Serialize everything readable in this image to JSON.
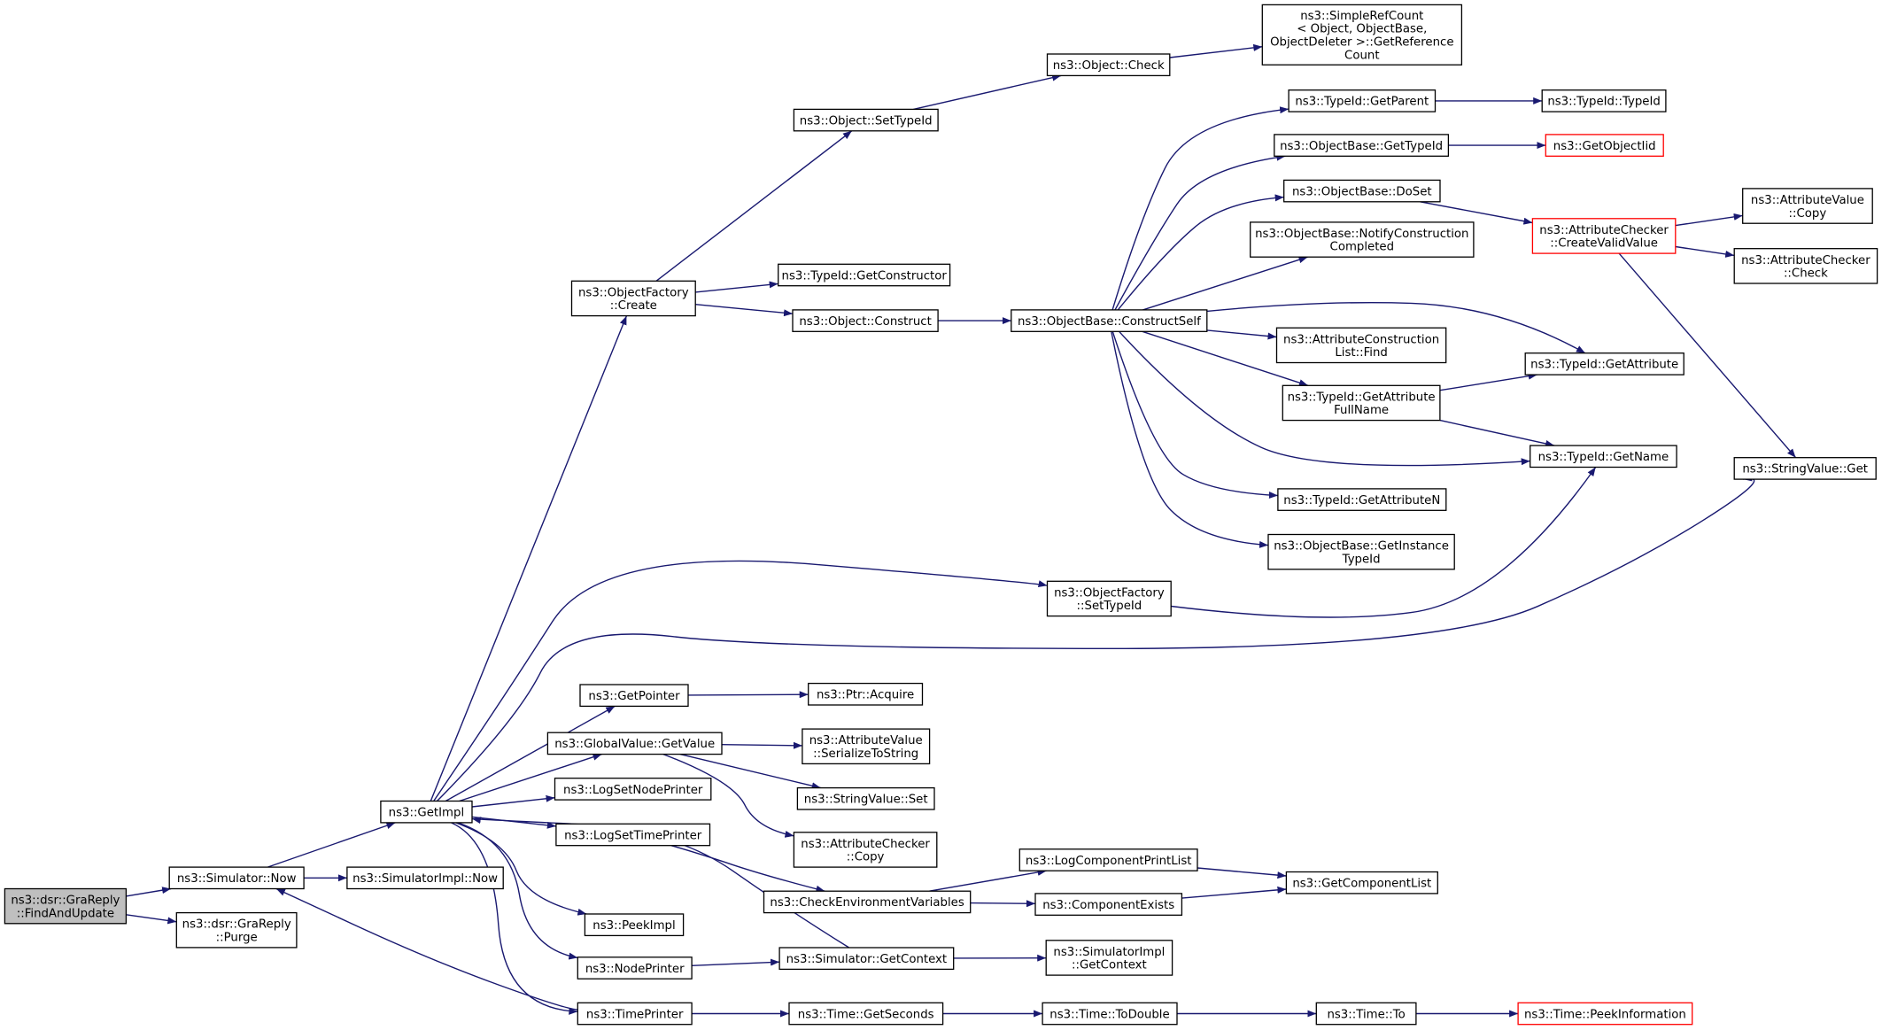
{
  "colors": {
    "edge": "#191970",
    "border": "#000000",
    "highlight_border": "#ff0000",
    "root_fill": "#bfbfbf",
    "node_fill": "#ffffff"
  },
  "nodes": [
    {
      "id": "root",
      "label": [
        "ns3::dsr::GraReply",
        "::FindAndUpdate"
      ],
      "style": "root"
    },
    {
      "id": "sim_now",
      "label": [
        "ns3::Simulator::Now"
      ],
      "style": "normal"
    },
    {
      "id": "purge",
      "label": [
        "ns3::dsr::GraReply",
        "::Purge"
      ],
      "style": "normal"
    },
    {
      "id": "getimpl",
      "label": [
        "ns3::GetImpl"
      ],
      "style": "normal"
    },
    {
      "id": "simimpl_now",
      "label": [
        "ns3::SimulatorImpl::Now"
      ],
      "style": "normal"
    },
    {
      "id": "objfactory_create",
      "label": [
        "ns3::ObjectFactory",
        "::Create"
      ],
      "style": "normal"
    },
    {
      "id": "obj_settypeid",
      "label": [
        "ns3::Object::SetTypeId"
      ],
      "style": "normal"
    },
    {
      "id": "obj_check",
      "label": [
        "ns3::Object::Check"
      ],
      "style": "normal"
    },
    {
      "id": "simplerefcount",
      "label": [
        "ns3::SimpleRefCount",
        "< Object, ObjectBase,",
        "ObjectDeleter >::GetReference",
        "Count"
      ],
      "style": "normal"
    },
    {
      "id": "typeid_getconstructor",
      "label": [
        "ns3::TypeId::GetConstructor"
      ],
      "style": "normal"
    },
    {
      "id": "obj_construct",
      "label": [
        "ns3::Object::Construct"
      ],
      "style": "normal"
    },
    {
      "id": "constructself",
      "label": [
        "ns3::ObjectBase::ConstructSelf"
      ],
      "style": "normal"
    },
    {
      "id": "typeid_getparent",
      "label": [
        "ns3::TypeId::GetParent"
      ],
      "style": "normal"
    },
    {
      "id": "typeid_typeid",
      "label": [
        "ns3::TypeId::TypeId"
      ],
      "style": "normal"
    },
    {
      "id": "objbase_gettypeid",
      "label": [
        "ns3::ObjectBase::GetTypeId"
      ],
      "style": "normal"
    },
    {
      "id": "getobjectiid",
      "label": [
        "ns3::GetObjectIid"
      ],
      "style": "highlight"
    },
    {
      "id": "objbase_doset",
      "label": [
        "ns3::ObjectBase::DoSet"
      ],
      "style": "normal"
    },
    {
      "id": "attrchecker_createvalid",
      "label": [
        "ns3::AttributeChecker",
        "::CreateValidValue"
      ],
      "style": "highlight"
    },
    {
      "id": "attrvalue_copy",
      "label": [
        "ns3::AttributeValue",
        "::Copy"
      ],
      "style": "normal"
    },
    {
      "id": "attrchecker_check",
      "label": [
        "ns3::AttributeChecker",
        "::Check"
      ],
      "style": "normal"
    },
    {
      "id": "notifyconstruction",
      "label": [
        "ns3::ObjectBase::NotifyConstruction",
        "Completed"
      ],
      "style": "normal"
    },
    {
      "id": "attrconstructionlist_find",
      "label": [
        "ns3::AttributeConstruction",
        "List::Find"
      ],
      "style": "normal"
    },
    {
      "id": "typeid_getattribute",
      "label": [
        "ns3::TypeId::GetAttribute"
      ],
      "style": "normal"
    },
    {
      "id": "typeid_getattributefullname",
      "label": [
        "ns3::TypeId::GetAttribute",
        "FullName"
      ],
      "style": "normal"
    },
    {
      "id": "typeid_getname",
      "label": [
        "ns3::TypeId::GetName"
      ],
      "style": "normal"
    },
    {
      "id": "stringvalue_get",
      "label": [
        "ns3::StringValue::Get"
      ],
      "style": "normal"
    },
    {
      "id": "typeid_getattributen",
      "label": [
        "ns3::TypeId::GetAttributeN"
      ],
      "style": "normal"
    },
    {
      "id": "objbase_getinstancetypeid",
      "label": [
        "ns3::ObjectBase::GetInstance",
        "TypeId"
      ],
      "style": "normal"
    },
    {
      "id": "objfactory_settypeid",
      "label": [
        "ns3::ObjectFactory",
        "::SetTypeId"
      ],
      "style": "normal"
    },
    {
      "id": "getpointer",
      "label": [
        "ns3::GetPointer"
      ],
      "style": "normal"
    },
    {
      "id": "ptr_acquire",
      "label": [
        "ns3::Ptr::Acquire"
      ],
      "style": "normal"
    },
    {
      "id": "globalvalue_getvalue",
      "label": [
        "ns3::GlobalValue::GetValue"
      ],
      "style": "normal"
    },
    {
      "id": "attrvalue_serialize",
      "label": [
        "ns3::AttributeValue",
        "::SerializeToString"
      ],
      "style": "normal"
    },
    {
      "id": "stringvalue_set",
      "label": [
        "ns3::StringValue::Set"
      ],
      "style": "normal"
    },
    {
      "id": "attrchecker_copy",
      "label": [
        "ns3::AttributeChecker",
        "::Copy"
      ],
      "style": "normal"
    },
    {
      "id": "logsetnodeprinter",
      "label": [
        "ns3::LogSetNodePrinter"
      ],
      "style": "normal"
    },
    {
      "id": "logsettimeprinter",
      "label": [
        "ns3::LogSetTimePrinter"
      ],
      "style": "normal"
    },
    {
      "id": "checkenvvars",
      "label": [
        "ns3::CheckEnvironmentVariables"
      ],
      "style": "normal"
    },
    {
      "id": "logcomponentprintlist",
      "label": [
        "ns3::LogComponentPrintList"
      ],
      "style": "normal"
    },
    {
      "id": "componentexists",
      "label": [
        "ns3::ComponentExists"
      ],
      "style": "normal"
    },
    {
      "id": "getcomponentlist",
      "label": [
        "ns3::GetComponentList"
      ],
      "style": "normal"
    },
    {
      "id": "peekimpl",
      "label": [
        "ns3::PeekImpl"
      ],
      "style": "normal"
    },
    {
      "id": "nodeprinter",
      "label": [
        "ns3::NodePrinter"
      ],
      "style": "normal"
    },
    {
      "id": "sim_getcontext",
      "label": [
        "ns3::Simulator::GetContext"
      ],
      "style": "normal"
    },
    {
      "id": "simimpl_getcontext",
      "label": [
        "ns3::SimulatorImpl",
        "::GetContext"
      ],
      "style": "normal"
    },
    {
      "id": "timeprinter",
      "label": [
        "ns3::TimePrinter"
      ],
      "style": "normal"
    },
    {
      "id": "time_getseconds",
      "label": [
        "ns3::Time::GetSeconds"
      ],
      "style": "normal"
    },
    {
      "id": "time_todouble",
      "label": [
        "ns3::Time::ToDouble"
      ],
      "style": "normal"
    },
    {
      "id": "time_to",
      "label": [
        "ns3::Time::To"
      ],
      "style": "normal"
    },
    {
      "id": "time_peekinformation",
      "label": [
        "ns3::Time::PeekInformation"
      ],
      "style": "highlight"
    }
  ],
  "edges": [
    [
      "root",
      "sim_now"
    ],
    [
      "root",
      "purge"
    ],
    [
      "sim_now",
      "getimpl"
    ],
    [
      "sim_now",
      "simimpl_now"
    ],
    [
      "getimpl",
      "objfactory_create"
    ],
    [
      "getimpl",
      "objfactory_settypeid"
    ],
    [
      "getimpl",
      "stringvalue_get"
    ],
    [
      "getimpl",
      "getpointer"
    ],
    [
      "getimpl",
      "globalvalue_getvalue"
    ],
    [
      "getimpl",
      "logsetnodeprinter"
    ],
    [
      "getimpl",
      "logsettimeprinter"
    ],
    [
      "getimpl",
      "peekimpl"
    ],
    [
      "getimpl",
      "nodeprinter"
    ],
    [
      "getimpl",
      "timeprinter"
    ],
    [
      "objfactory_create",
      "obj_settypeid"
    ],
    [
      "objfactory_create",
      "typeid_getconstructor"
    ],
    [
      "objfactory_create",
      "obj_construct"
    ],
    [
      "obj_settypeid",
      "obj_check"
    ],
    [
      "obj_check",
      "simplerefcount"
    ],
    [
      "obj_construct",
      "constructself"
    ],
    [
      "constructself",
      "typeid_getparent"
    ],
    [
      "constructself",
      "objbase_gettypeid"
    ],
    [
      "constructself",
      "objbase_doset"
    ],
    [
      "constructself",
      "notifyconstruction"
    ],
    [
      "constructself",
      "attrconstructionlist_find"
    ],
    [
      "constructself",
      "typeid_getattribute"
    ],
    [
      "constructself",
      "typeid_getattributefullname"
    ],
    [
      "constructself",
      "typeid_getname"
    ],
    [
      "constructself",
      "typeid_getattributen"
    ],
    [
      "constructself",
      "objbase_getinstancetypeid"
    ],
    [
      "typeid_getparent",
      "typeid_typeid"
    ],
    [
      "objbase_gettypeid",
      "getobjectiid"
    ],
    [
      "objbase_doset",
      "attrchecker_createvalid"
    ],
    [
      "attrchecker_createvalid",
      "attrvalue_copy"
    ],
    [
      "attrchecker_createvalid",
      "attrchecker_check"
    ],
    [
      "attrchecker_createvalid",
      "stringvalue_get"
    ],
    [
      "typeid_getattributefullname",
      "typeid_getattribute"
    ],
    [
      "typeid_getattributefullname",
      "typeid_getname"
    ],
    [
      "objfactory_settypeid",
      "typeid_getname"
    ],
    [
      "getpointer",
      "ptr_acquire"
    ],
    [
      "globalvalue_getvalue",
      "attrvalue_serialize"
    ],
    [
      "globalvalue_getvalue",
      "stringvalue_set"
    ],
    [
      "globalvalue_getvalue",
      "attrchecker_copy"
    ],
    [
      "logsettimeprinter",
      "checkenvvars"
    ],
    [
      "checkenvvars",
      "logcomponentprintlist"
    ],
    [
      "checkenvvars",
      "componentexists"
    ],
    [
      "logcomponentprintlist",
      "getcomponentlist"
    ],
    [
      "componentexists",
      "getcomponentlist"
    ],
    [
      "nodeprinter",
      "sim_getcontext"
    ],
    [
      "sim_getcontext",
      "getimpl"
    ],
    [
      "sim_getcontext",
      "simimpl_getcontext"
    ],
    [
      "timeprinter",
      "sim_now"
    ],
    [
      "timeprinter",
      "time_getseconds"
    ],
    [
      "time_getseconds",
      "time_todouble"
    ],
    [
      "time_todouble",
      "time_to"
    ],
    [
      "time_to",
      "time_peekinformation"
    ]
  ]
}
